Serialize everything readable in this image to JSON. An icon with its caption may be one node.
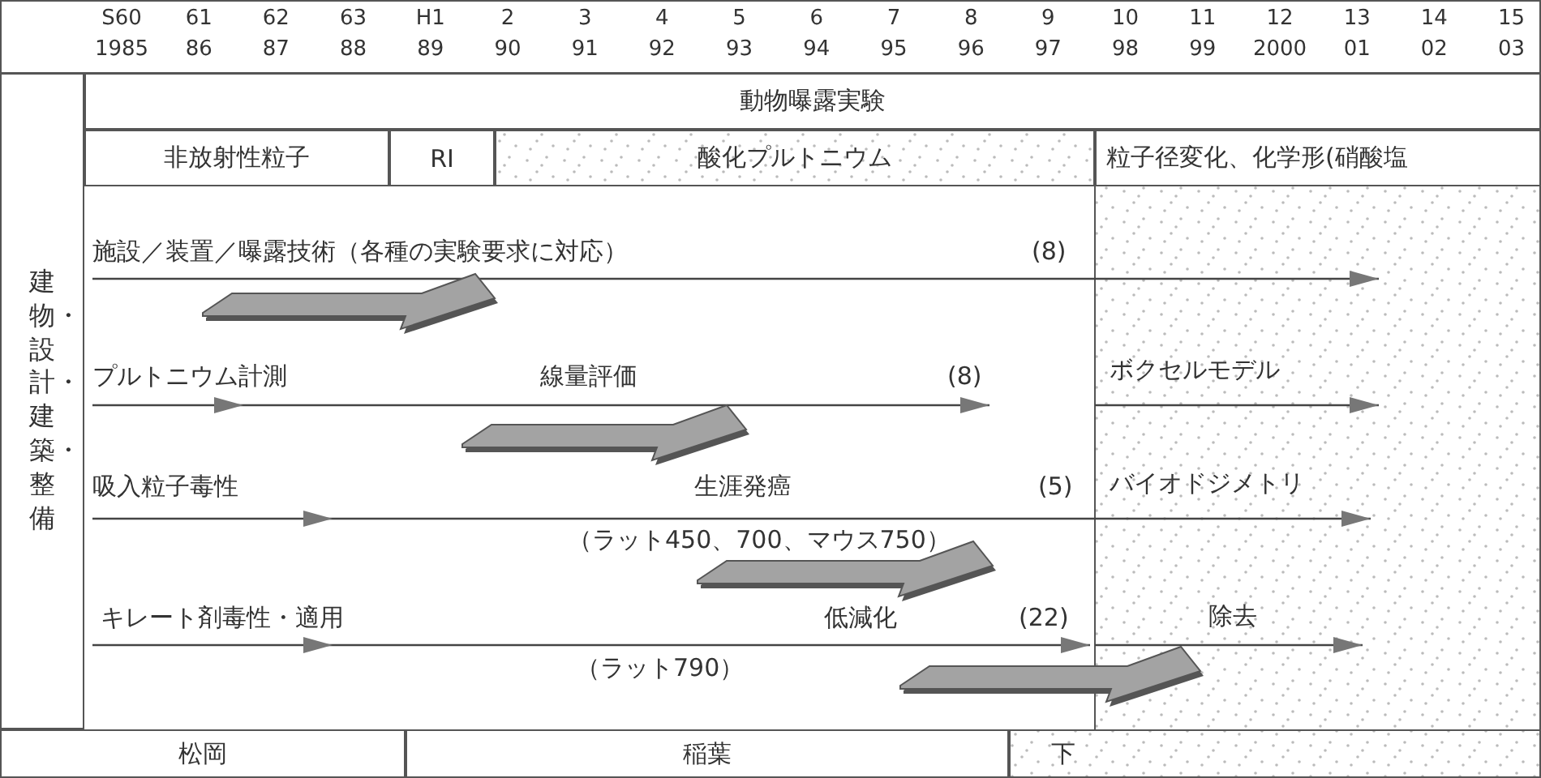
{
  "diagram": {
    "nodes": [
      {
        "text": [
          "動物曝露実験"
        ]
      },
      {
        "text": [
          "非放射性粒子"
        ]
      },
      {
        "text": [
          "RI"
        ]
      },
      {
        "text": [
          "酸化プルトニウム"
        ]
      },
      {
        "text": [
          "粒子径変化、化学形(硝酸塩"
        ]
      },
      {
        "text": [
          "建物・設計・建築・整備"
        ]
      },
      {
        "text": [
          "松岡"
        ]
      },
      {
        "text": [
          "稲葉"
        ]
      },
      {
        "text": [
          "下"
        ]
      }
    ],
    "labels": [
      "S60",
      "61",
      "62",
      "63",
      "H1",
      "2",
      "3",
      "4",
      "5",
      "6",
      "7",
      "8",
      "9",
      "10",
      "11",
      "12",
      "13",
      "14",
      "15",
      "1985",
      "86",
      "87",
      "88",
      "89",
      "90",
      "91",
      "92",
      "93",
      "94",
      "95",
      "96",
      "97",
      "98",
      "99",
      "2000",
      "01",
      "02",
      "03",
      "施設／装置／曝露技術（各種の実験要求に対応）",
      "(8)",
      "プルトニウム計測",
      "線量評価",
      "(8)",
      "ボクセルモデル",
      "吸入粒子毒性",
      "生涯発癌",
      "(5)",
      "バイオドジメトリ",
      "（ラット450、700、マウス750）",
      "キレート剤毒性・適用",
      "低減化",
      "(22)",
      "除去",
      "（ラット790）"
    ]
  }
}
